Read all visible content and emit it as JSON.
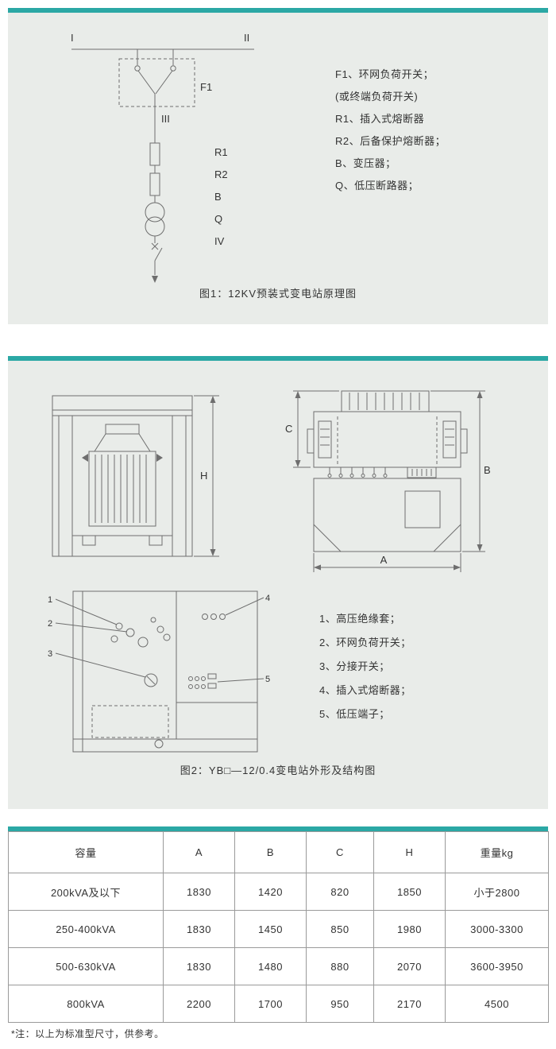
{
  "colors": {
    "accent": "#2ba8a5",
    "panel_bg": "#e9ece9",
    "diagram_line": "#6e6e6e",
    "table_border": "#9a9a9a"
  },
  "figure1": {
    "labels": {
      "i": "I",
      "ii": "II",
      "f1": "F1",
      "iii": "III",
      "r1": "R1",
      "r2": "R2",
      "b": "B",
      "q": "Q",
      "iv": "IV"
    },
    "legend": [
      "F1、环网负荷开关；",
      "(或终端负荷开关)",
      "R1、插入式熔断器",
      "R2、后备保护熔断器；",
      "B、变压器；",
      "Q、低压断路器；"
    ],
    "caption": "图1：12KV预装式变电站原理图"
  },
  "figure2": {
    "dims": {
      "h": "H",
      "c": "C",
      "b": "B",
      "a": "A"
    },
    "callouts": [
      "1",
      "2",
      "3",
      "4",
      "5"
    ],
    "legend": [
      "1、高压绝缘套；",
      "2、环网负荷开关；",
      "3、分接开关；",
      "4、插入式熔断器；",
      "5、低压端子；"
    ],
    "caption": "图2：YB□—12/0.4变电站外形及结构图"
  },
  "table": {
    "headers": [
      "容量",
      "A",
      "B",
      "C",
      "H",
      "重量kg"
    ],
    "rows": [
      [
        "200kVA及以下",
        "1830",
        "1420",
        "820",
        "1850",
        "小于2800"
      ],
      [
        "250-400kVA",
        "1830",
        "1450",
        "850",
        "1980",
        "3000-3300"
      ],
      [
        "500-630kVA",
        "1830",
        "1480",
        "880",
        "2070",
        "3600-3950"
      ],
      [
        "800kVA",
        "2200",
        "1700",
        "950",
        "2170",
        "4500"
      ]
    ]
  },
  "note": "*注：以上为标准型尺寸，供参考。"
}
